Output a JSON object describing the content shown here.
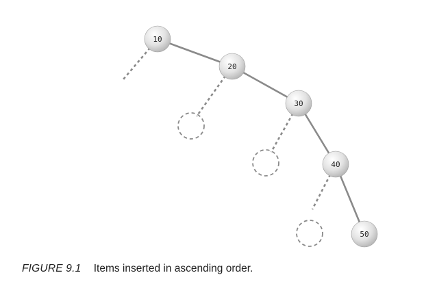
{
  "figure": {
    "caption_label": "FIGURE 9.1",
    "caption_text": "Items inserted in ascending order."
  },
  "tree": {
    "nodes": [
      {
        "id": "n10",
        "label": "10"
      },
      {
        "id": "n20",
        "label": "20"
      },
      {
        "id": "n30",
        "label": "30"
      },
      {
        "id": "n40",
        "label": "40"
      },
      {
        "id": "n50",
        "label": "50"
      }
    ],
    "edges": [
      {
        "from": "n10",
        "to": "n20"
      },
      {
        "from": "n20",
        "to": "n30"
      },
      {
        "from": "n30",
        "to": "n40"
      },
      {
        "from": "n40",
        "to": "n50"
      }
    ],
    "null_links": [
      {
        "from": "n10",
        "ends_in_placeholder": false
      },
      {
        "from": "n20",
        "ends_in_placeholder": true
      },
      {
        "from": "n30",
        "ends_in_placeholder": true
      },
      {
        "from": "n40",
        "ends_in_placeholder": true
      }
    ],
    "colors": {
      "edge": "#8a8a8a",
      "null_link": "#8a8a8a",
      "node_fill_light": "#ffffff",
      "node_fill_dark": "#b0b0b0",
      "placeholder_stroke": "#8a8a8a"
    }
  }
}
